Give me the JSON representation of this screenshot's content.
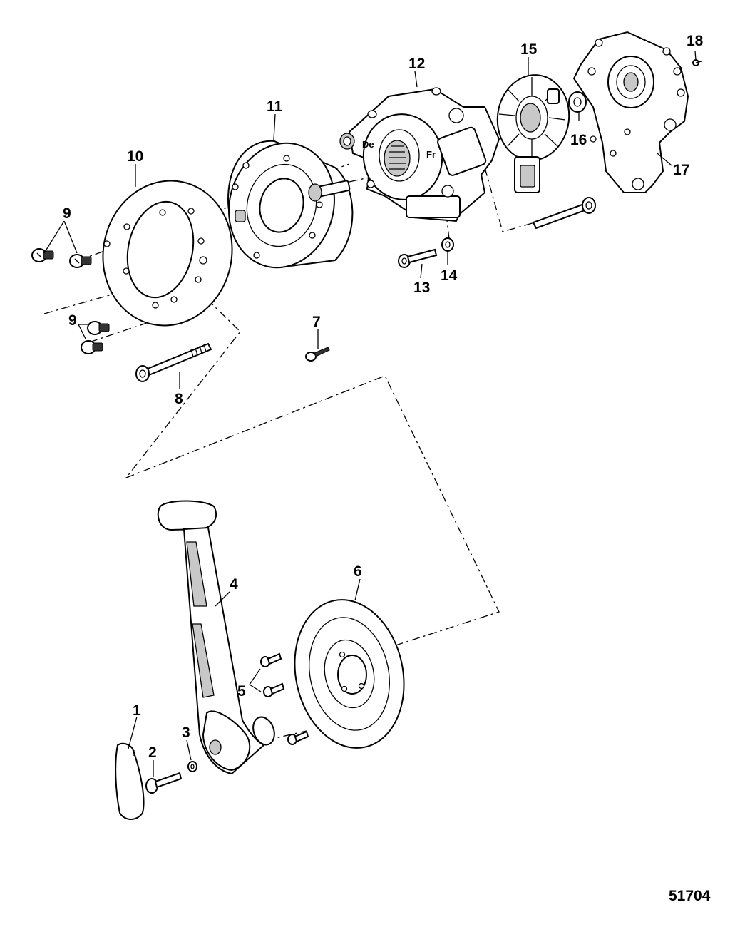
{
  "callouts": {
    "c1": "1",
    "c2": "2",
    "c3": "3",
    "c4": "4",
    "c5": "5",
    "c6": "6",
    "c7": "7",
    "c8": "8",
    "c9a": "9",
    "c9b": "9",
    "c10": "10",
    "c11": "11",
    "c12": "12",
    "c13": "13",
    "c14": "14",
    "c15": "15",
    "c16": "16",
    "c17": "17",
    "c18": "18"
  },
  "housing_marks": {
    "left": "De",
    "right": "Fr"
  },
  "figure_number": "51704"
}
